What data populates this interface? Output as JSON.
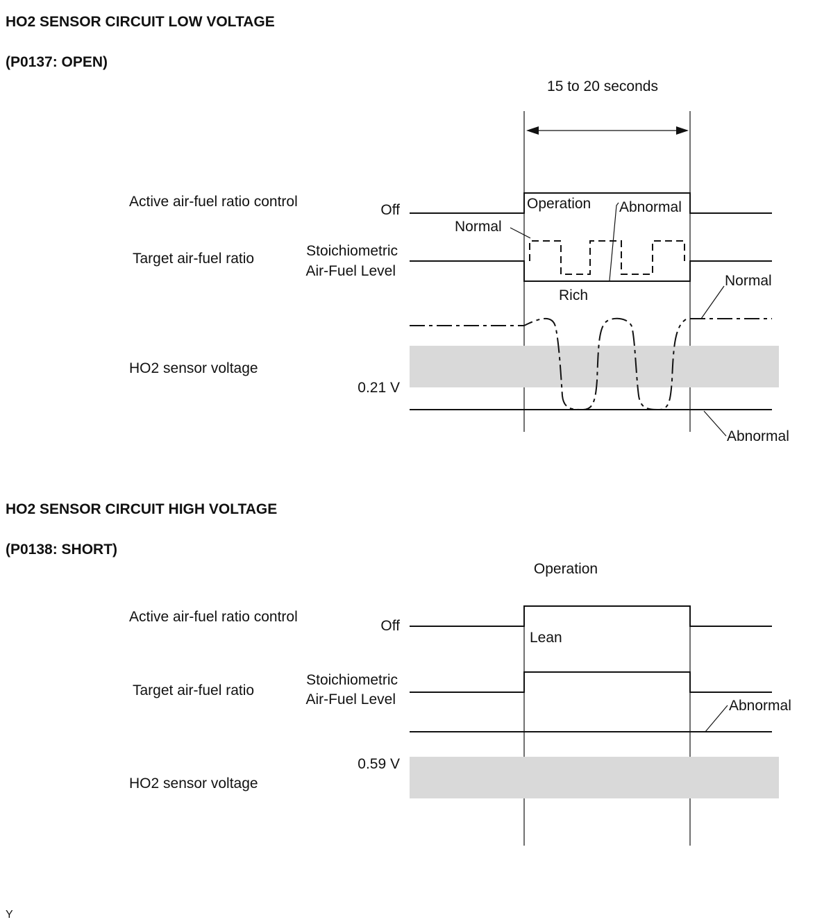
{
  "section_low": {
    "title": "HO2 SENSOR CIRCUIT LOW VOLTAGE",
    "code": "(P0137: OPEN)",
    "duration": "15 to 20 seconds",
    "row_labels": {
      "active_control": "Active air-fuel ratio control",
      "target_ratio": "Target air-fuel ratio",
      "sensor_voltage": "HO2 sensor voltage"
    },
    "level_labels": {
      "off": "Off",
      "stoich_1": "Stoichiometric",
      "stoich_2": "Air-Fuel Level",
      "voltage": "0.21 V"
    },
    "callouts": {
      "operation": "Operation",
      "abnormal_top": "Abnormal",
      "normal_top": "Normal",
      "rich": "Rich",
      "normal_right": "Normal",
      "abnormal_bottom": "Abnormal"
    }
  },
  "section_high": {
    "title": "HO2 SENSOR CIRCUIT HIGH VOLTAGE",
    "code": "(P0138: SHORT)",
    "operation": "Operation",
    "row_labels": {
      "active_control": "Active air-fuel ratio control",
      "target_ratio": "Target air-fuel ratio",
      "sensor_voltage": "HO2 sensor voltage"
    },
    "level_labels": {
      "off": "Off",
      "stoich_1": "Stoichiometric",
      "stoich_2": "Air-Fuel Level",
      "voltage": "0.59 V"
    },
    "callouts": {
      "lean": "Lean",
      "abnormal": "Abnormal"
    }
  },
  "footer_mark": "Y",
  "colors": {
    "band": "#d9d9d9",
    "line": "#111111"
  }
}
